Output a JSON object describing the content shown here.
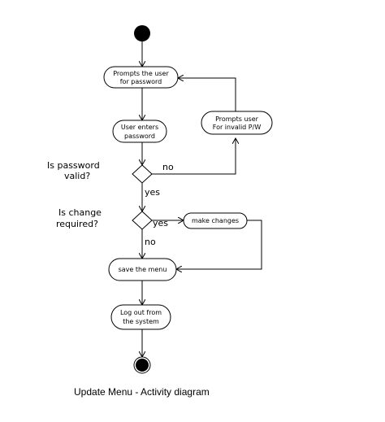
{
  "caption": "Update Menu - Activity diagram",
  "activities": {
    "prompt_password": [
      "Prompts the user",
      "for password"
    ],
    "user_enters": [
      "User enters",
      "password"
    ],
    "prompt_invalid": [
      "Prompts user",
      "For invalid P/W"
    ],
    "make_changes": [
      "make changes"
    ],
    "save_menu": [
      "save the menu"
    ],
    "log_out": [
      "Log out from",
      "the system"
    ]
  },
  "decisions": {
    "password_valid": [
      "Is password",
      "valid?"
    ],
    "change_required": [
      "Is change",
      "required?"
    ]
  },
  "guards": {
    "password_no": "no",
    "password_yes": "yes",
    "change_yes": "yes",
    "change_no": "no"
  }
}
